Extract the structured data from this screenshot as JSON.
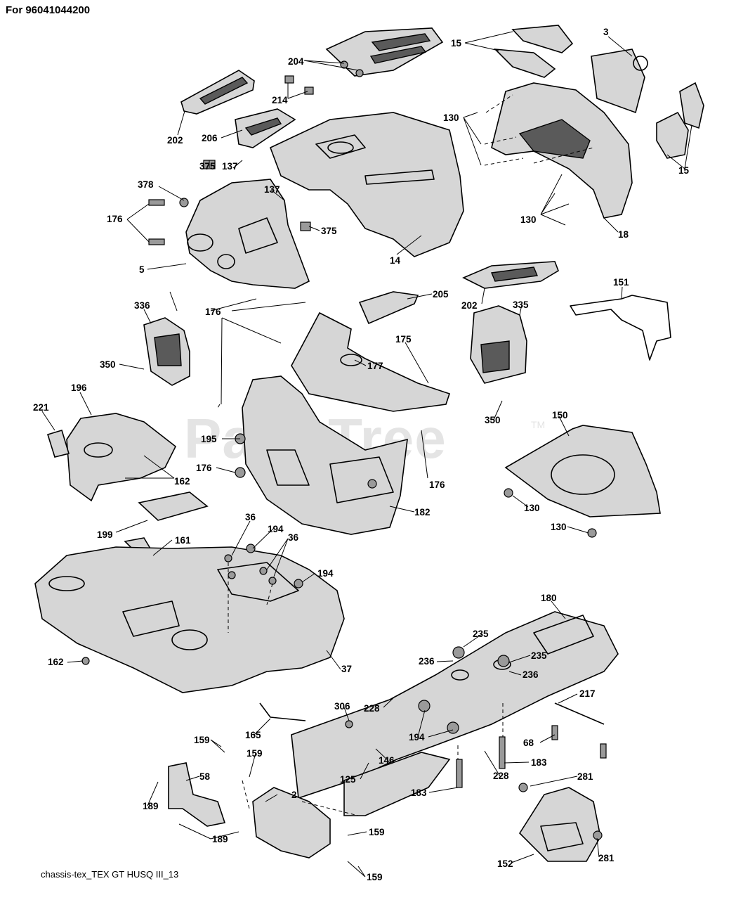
{
  "header": {
    "model_text": "For 96041044200"
  },
  "footer": {
    "diagram_code": "chassis-tex_TEX GT HUSQ III_13"
  },
  "watermark": {
    "text": "PartsTree",
    "tm": "TM"
  },
  "callouts": [
    "204",
    "15",
    "3",
    "214",
    "202",
    "206",
    "130",
    "375",
    "137",
    "378",
    "176",
    "137",
    "375",
    "14",
    "5",
    "130",
    "18",
    "15",
    "202",
    "205",
    "151",
    "336",
    "176",
    "175",
    "177",
    "350",
    "335",
    "196",
    "221",
    "195",
    "176",
    "162",
    "176",
    "150",
    "350",
    "182",
    "130",
    "130",
    "199",
    "36",
    "194",
    "36",
    "161",
    "194",
    "180",
    "162",
    "37",
    "235",
    "236",
    "235",
    "236",
    "228",
    "217",
    "306",
    "165",
    "194",
    "146",
    "68",
    "159",
    "159",
    "183",
    "125",
    "228",
    "58",
    "281",
    "183",
    "2",
    "189",
    "189",
    "159",
    "152",
    "281",
    "159"
  ]
}
